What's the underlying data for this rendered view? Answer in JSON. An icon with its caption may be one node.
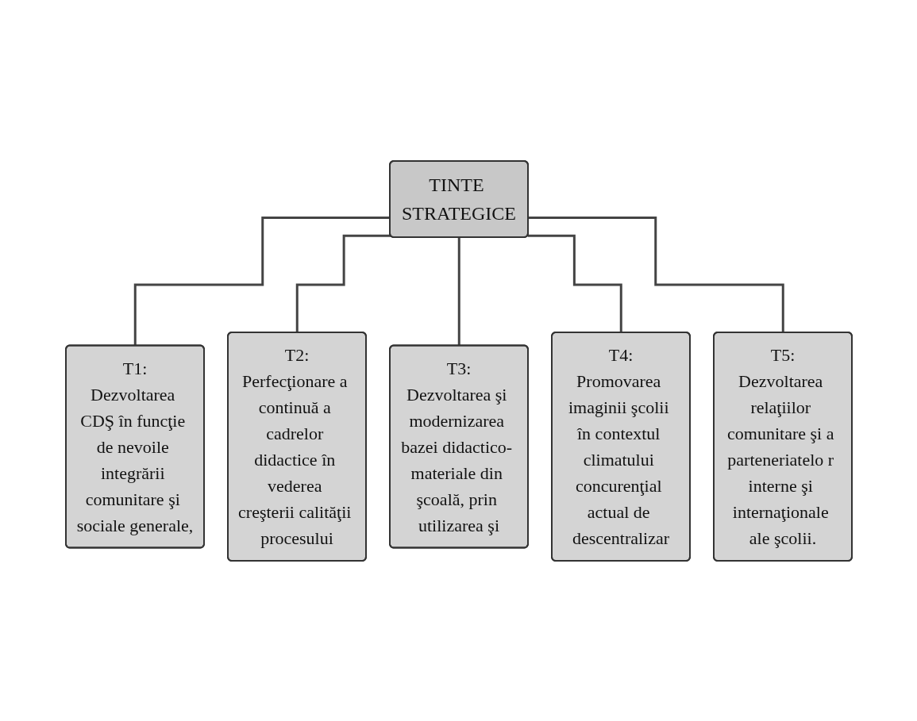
{
  "diagram": {
    "nodes": [
      {
        "text": [
          "TINTE STRATEGICE"
        ]
      },
      {
        "text": [
          "T1:",
          "Dezvoltarea CDŞ în funcţie de nevoile integrării comunitare şi sociale generale,"
        ]
      },
      {
        "text": [
          "T2:",
          "Perfecţionare a continuă a cadrelor didactice în vederea creşterii calităţii procesului"
        ]
      },
      {
        "text": [
          "T3:",
          "Dezvoltarea şi modernizarea bazei didactico- materiale din şcoală, prin utilizarea şi"
        ]
      },
      {
        "text": [
          "T4:",
          "Promovarea imaginii şcolii în contextul climatului concurenţial actual de descentralizar"
        ]
      },
      {
        "text": [
          "T5:",
          "Dezvoltarea relaţiilor comunitare şi a parteneriatelo r interne şi internaţionale ale şcolii."
        ]
      }
    ],
    "edges": [
      {
        "from": 0,
        "to": 1,
        "arrow": "none"
      },
      {
        "from": 0,
        "to": 2,
        "arrow": "none"
      },
      {
        "from": 0,
        "to": 3,
        "arrow": "none"
      },
      {
        "from": 0,
        "to": 4,
        "arrow": "none"
      },
      {
        "from": 0,
        "to": 5,
        "arrow": "none"
      }
    ]
  }
}
